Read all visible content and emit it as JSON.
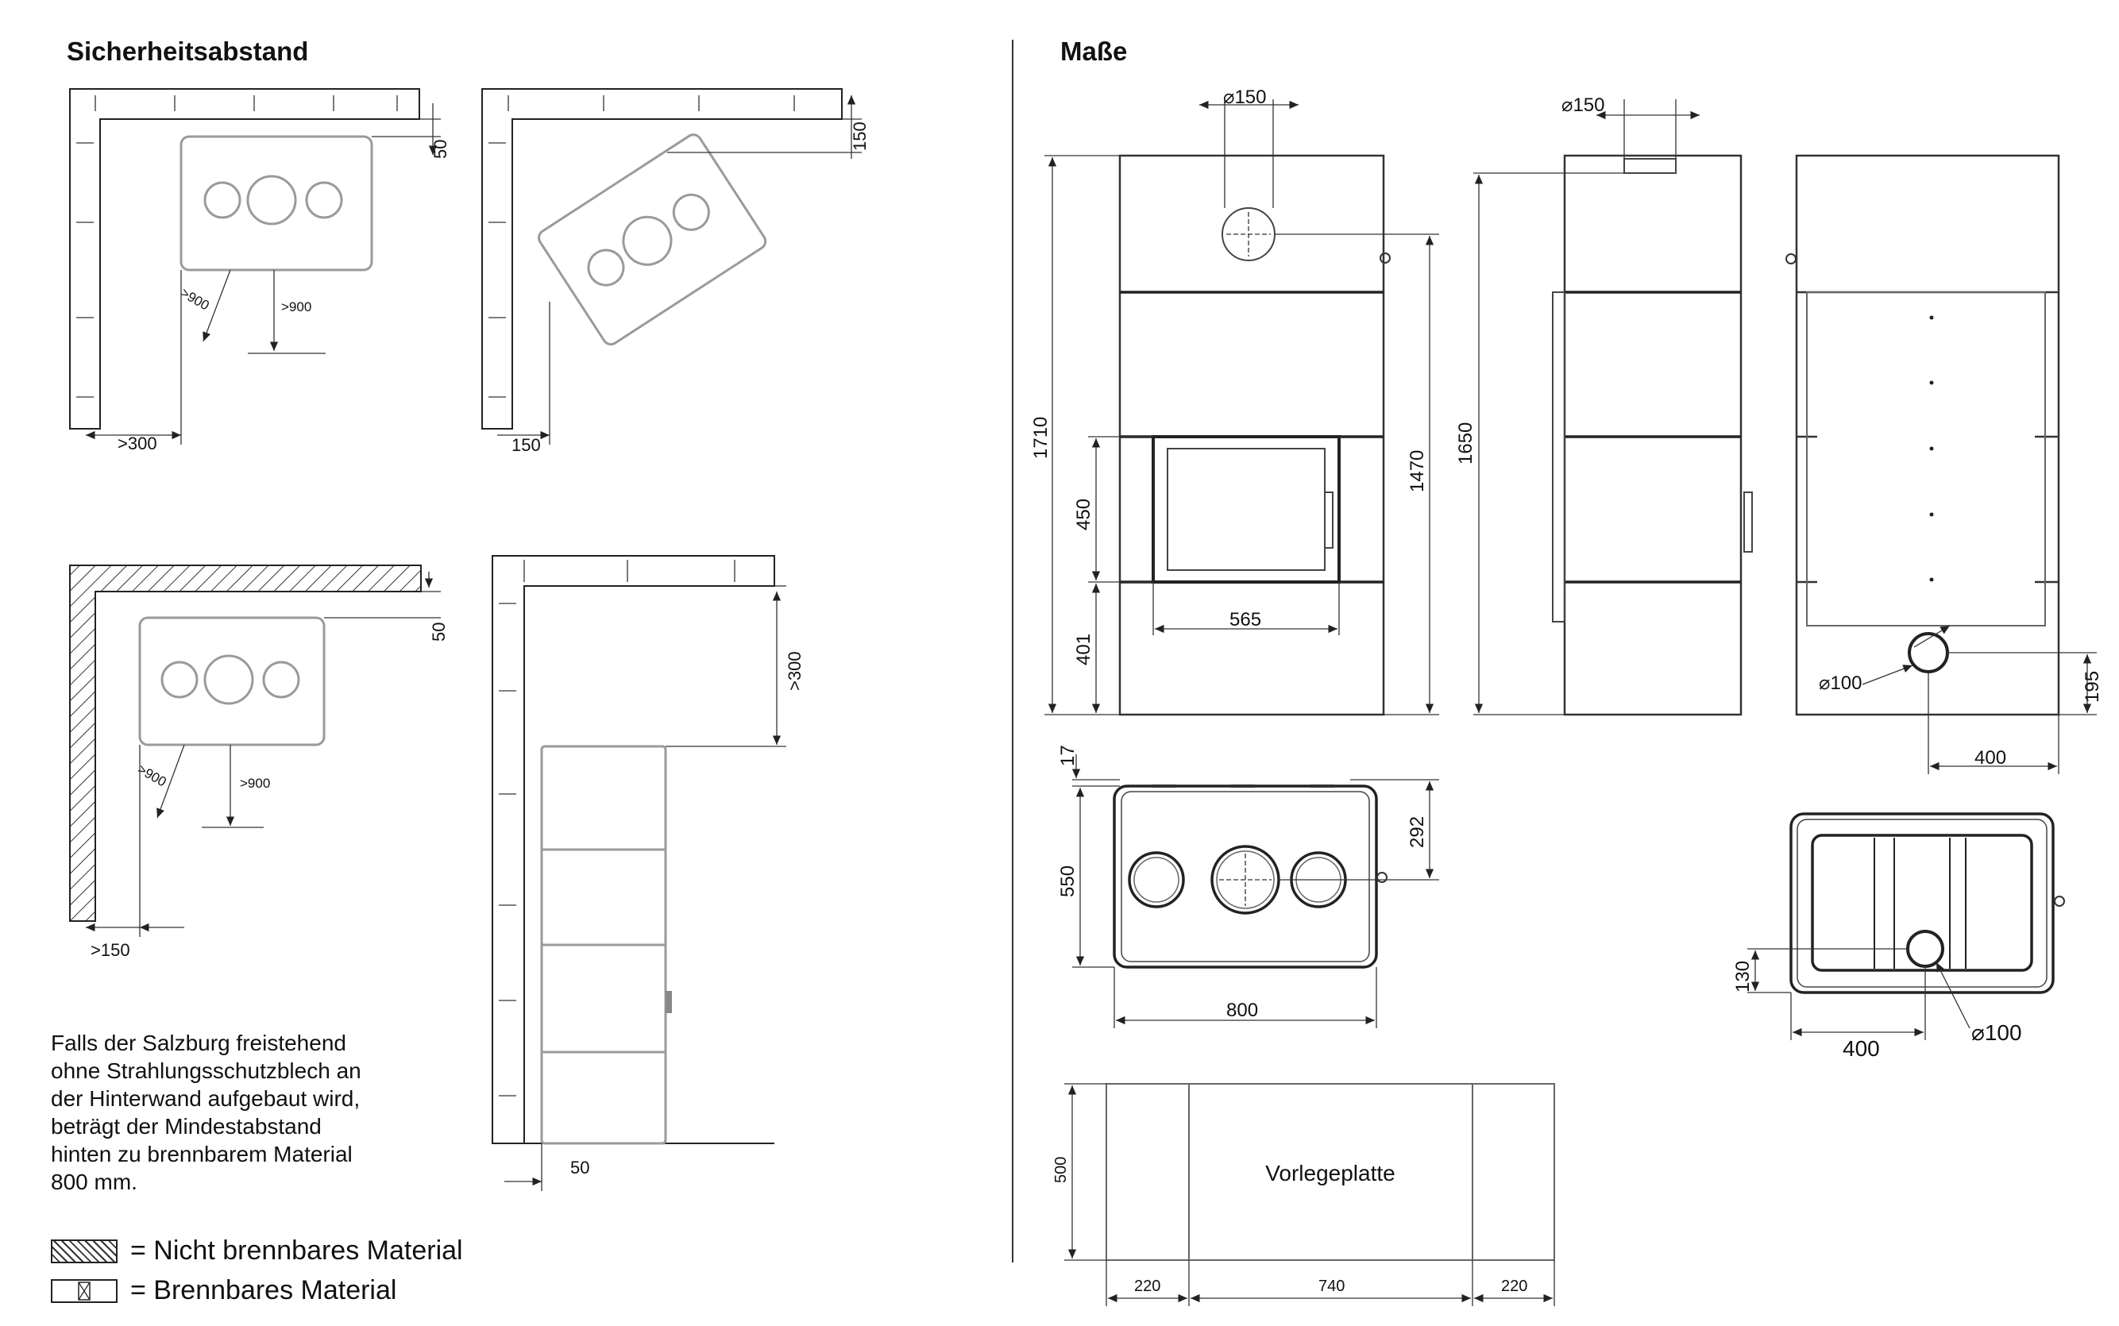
{
  "headers": {
    "left": "Sicherheitsabstand",
    "right": "Maße"
  },
  "note": "Falls der Salzburg freistehend\nohne Strahlungsschutzblech an\nder Hinterwand aufgebaut wird,\nbeträgt der Mindestabstand\nhinten zu brennbarem Material\n800 mm.",
  "legend": {
    "non_combustible": "= Nicht brennbares Material",
    "combustible": "= Brennbares Material"
  },
  "clearances": {
    "a_back": "50",
    "a_side": ">300",
    "a_diag": ">900",
    "a_front": ">900",
    "b_back": "150",
    "b_side": "150",
    "c_back": "50",
    "c_side": ">150",
    "c_diag": ">900",
    "c_front": ">900",
    "d_top": ">300",
    "d_side": "50"
  },
  "dimensions": {
    "flue_top_front": "⌀150",
    "flue_top_side": "⌀150",
    "height_total": "1710",
    "door_height": "450",
    "base_height": "401",
    "door_width": "565",
    "flue_height": "1470",
    "side_height": "1650",
    "rear_flue_diameter": "⌀100",
    "rear_flue_height": "195",
    "rear_flue_offset": "400",
    "top_offset": "17",
    "depth": "550",
    "flue_depth": "292",
    "width": "800",
    "bottom_offset": "130",
    "bottom_lateral": "400",
    "bottom_flue_diameter": "⌀100",
    "plate_depth": "500",
    "plate_left": "220",
    "plate_center": "740",
    "plate_right": "220",
    "plate_label": "Vorlegeplatte"
  }
}
